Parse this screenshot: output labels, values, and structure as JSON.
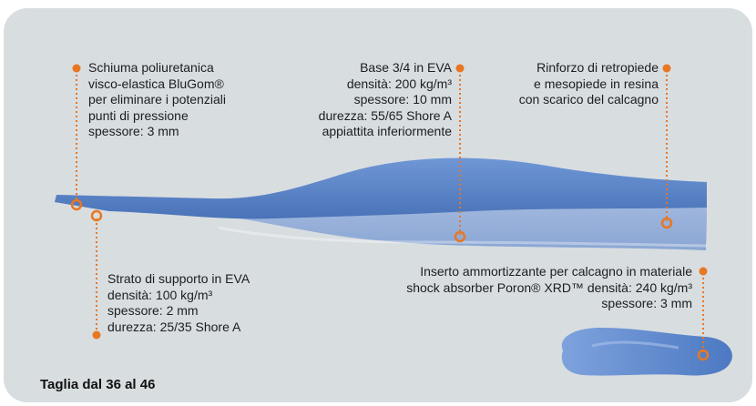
{
  "colors": {
    "accent": "#e87722",
    "panel": "#d8dde0",
    "insole_top": "#5d86c9",
    "insole_base": "#9fb8e0"
  },
  "annotations": {
    "foam": "Schiuma poliuretanica\nvisco-elastica BluGom®\nper eliminare i potenziali\npunti di pressione\nspessore: 3 mm",
    "base": "Base 3/4 in EVA\ndensità: 200 kg/m³\nspessore: 10 mm\ndurezza: 55/65 Shore A\nappiattita inferiormente",
    "reinforcement": "Rinforzo di retropiede\ne mesopiede in resina\ncon scarico del calcagno",
    "support": "Strato di supporto in EVA\ndensità: 100 kg/m³\nspessore: 2 mm\ndurezza: 25/35 Shore A",
    "heel_insert": "Inserto ammortizzante per calcagno in materiale\nshock absorber Poron® XRD™ densità: 240 kg/m³\nspessore: 3 mm"
  },
  "size_range": "Taglia dal 36 al 46",
  "icons": [
    "insole-side-view",
    "insole-bottom-view"
  ]
}
